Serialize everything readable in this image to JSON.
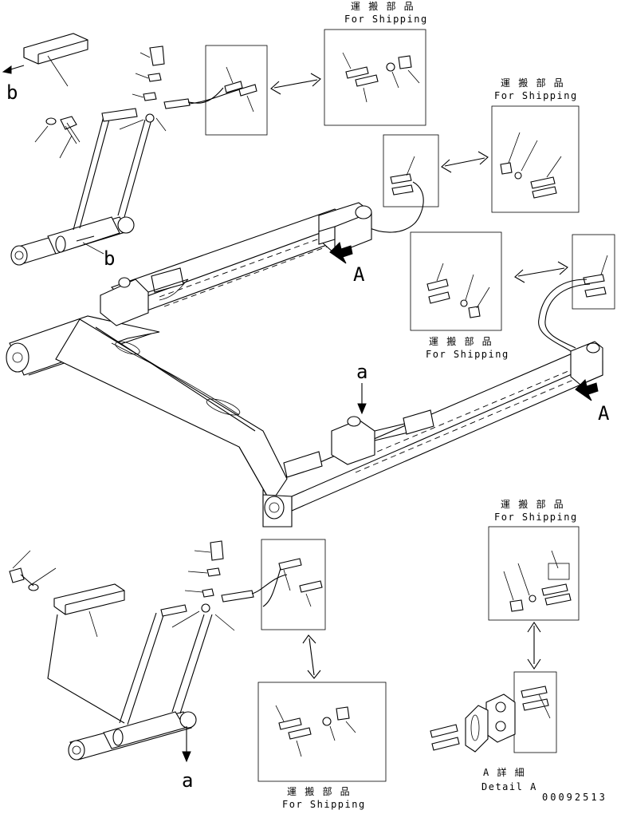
{
  "shipping_boxes": [
    {
      "jp": "運 搬 部 品",
      "en": "For Shipping"
    },
    {
      "jp": "運 搬 部 品",
      "en": "For Shipping"
    },
    {
      "jp": "運 搬 部 品",
      "en": "For Shipping"
    },
    {
      "jp": "運 搬 部 品",
      "en": "For Shipping"
    },
    {
      "jp": "運 搬 部 品",
      "en": "For Shipping"
    }
  ],
  "callouts": {
    "b": "b",
    "a": "a",
    "A": "A"
  },
  "detail": {
    "jp": "A 詳 細",
    "en": "Detail A"
  },
  "drawing_number": "00092513"
}
